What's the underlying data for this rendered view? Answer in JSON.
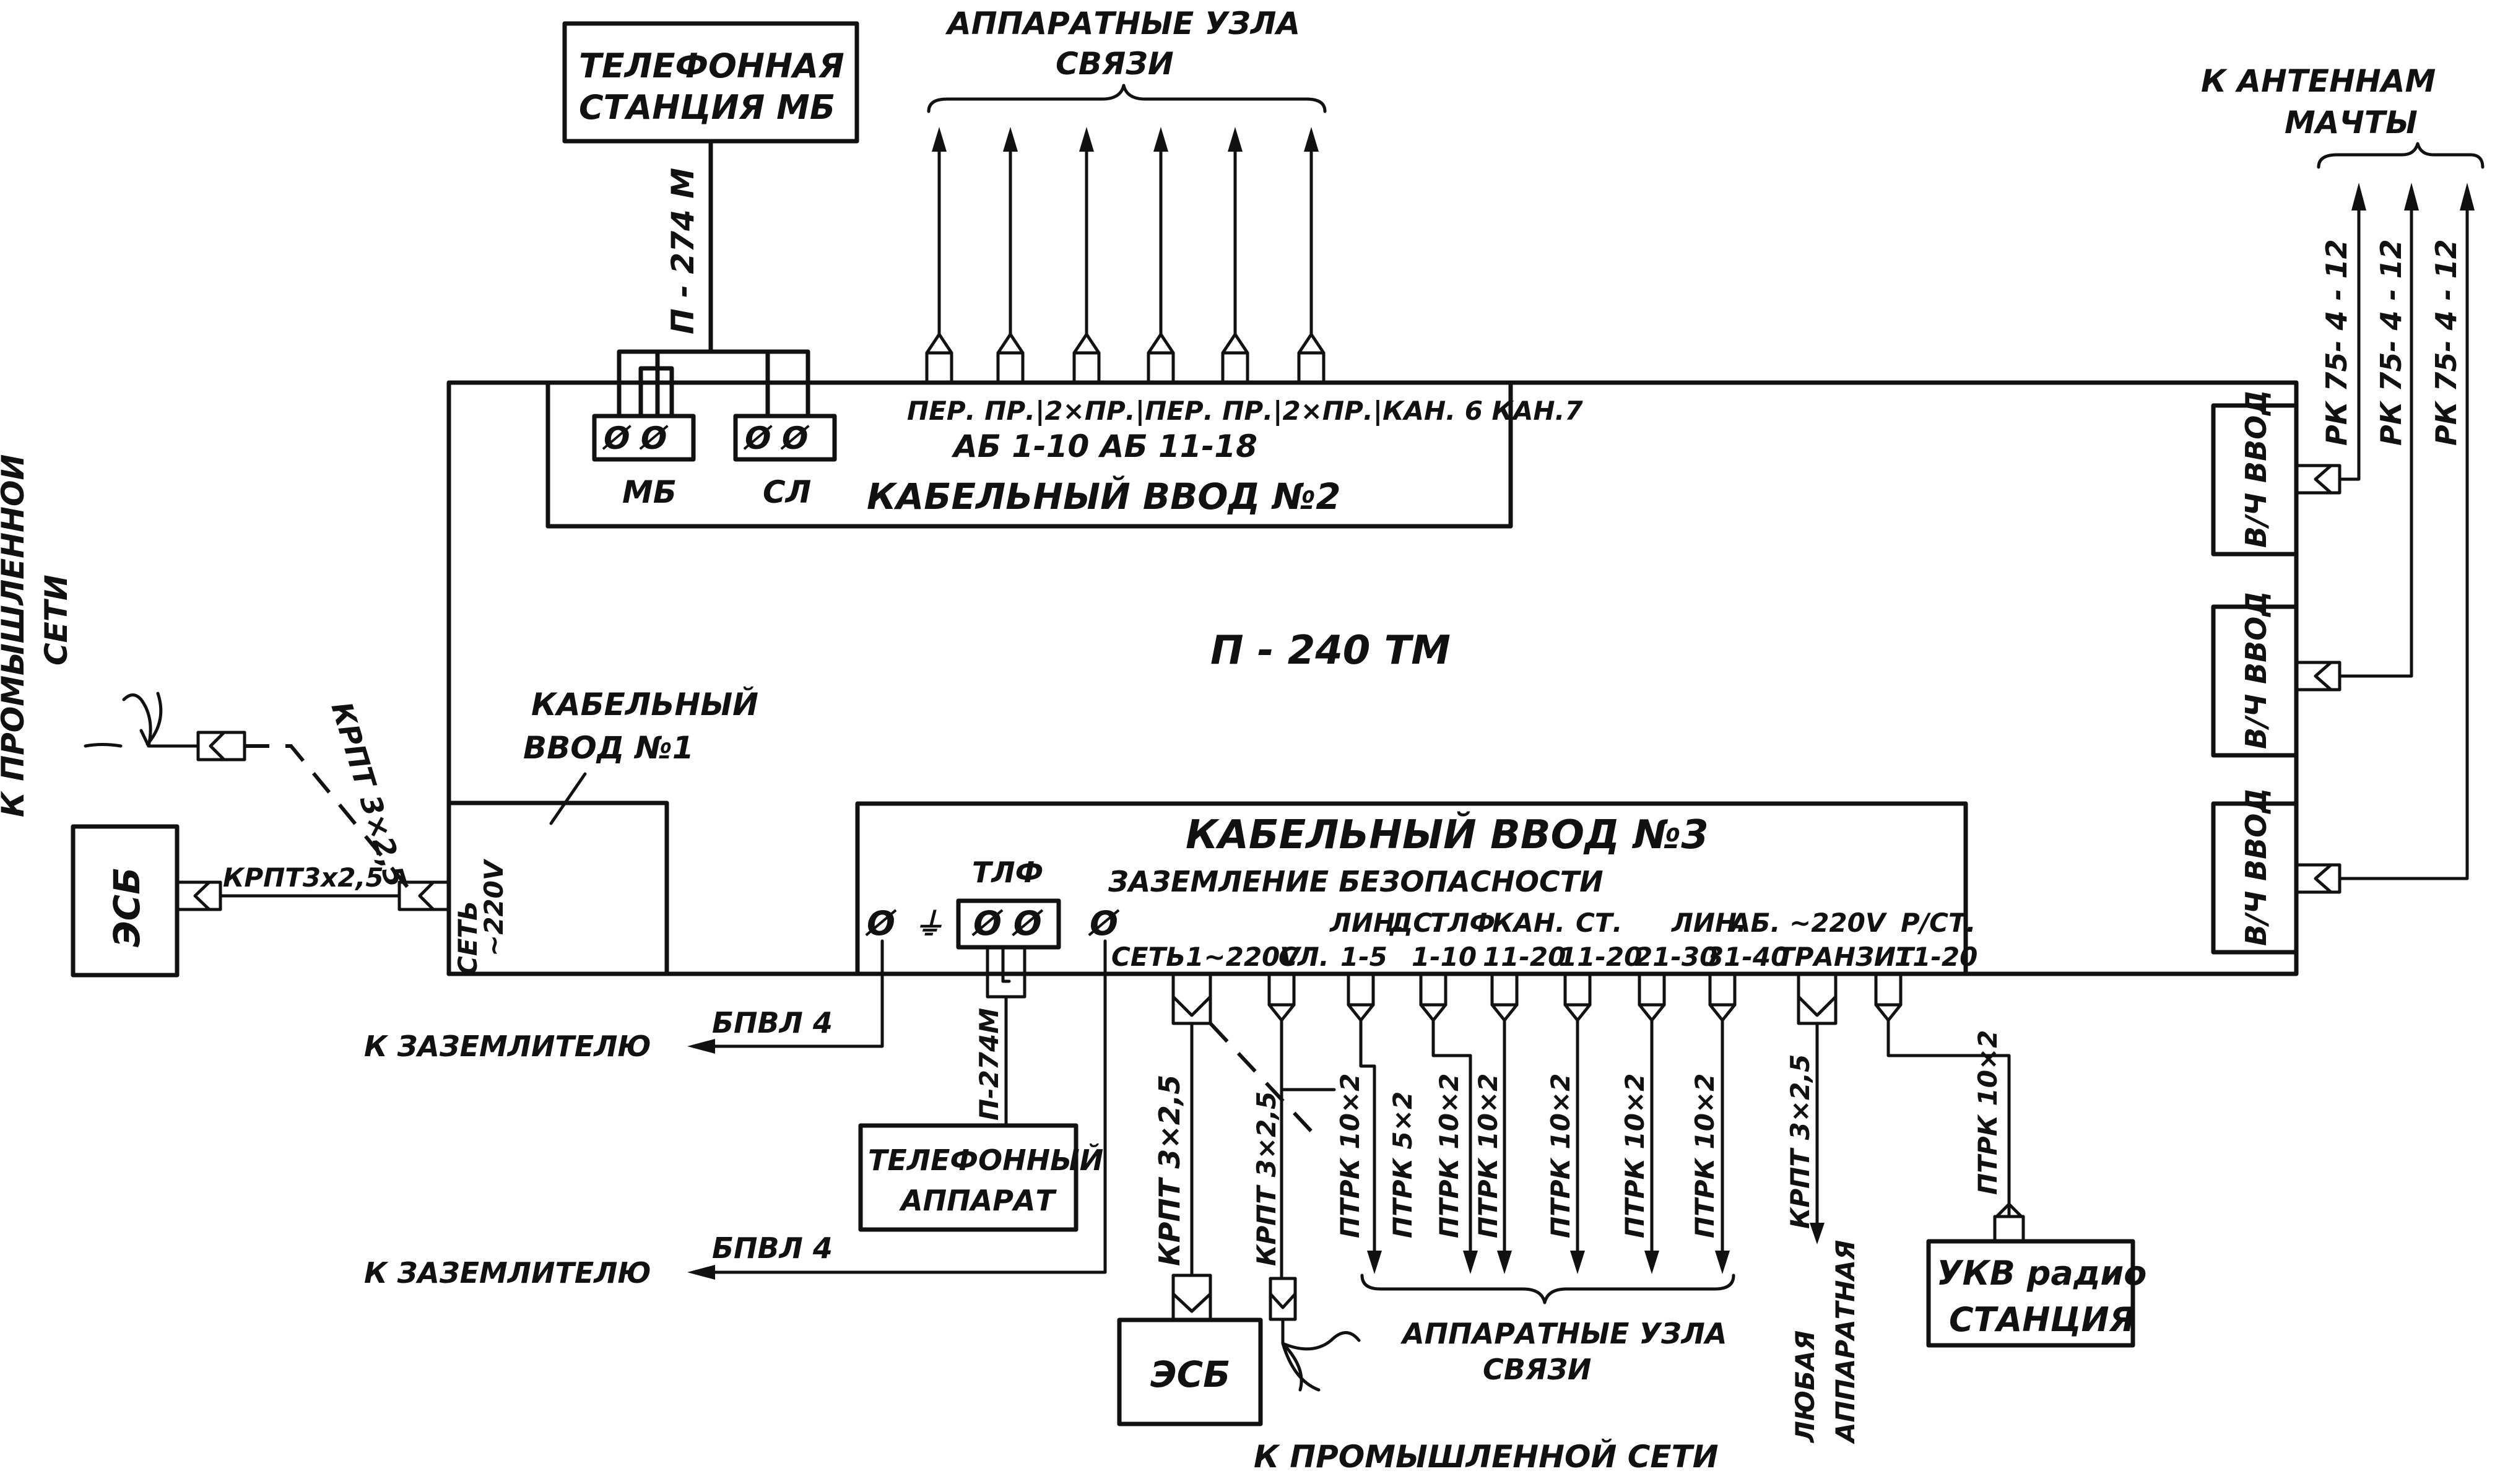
{
  "center": {
    "title": "П - 240 ТМ"
  },
  "top": {
    "telephone_station": {
      "line1": "ТЕЛЕФОННАЯ",
      "line2": "СТАНЦИЯ МБ"
    },
    "cable_p274": "П - 274 М",
    "equipment_node_group": {
      "line1": "АППАРАТНЫЕ УЗЛА",
      "line2": "СВЯЗИ"
    }
  },
  "cable_entry_2": {
    "title": "КАБЕЛЬНЫЙ ВВОД №2",
    "terminal_mb": "МБ",
    "terminal_sl": "СЛ",
    "connector_labels_line1": "ПЕР. ПР.|2×ПР.|ПЕР. ПР.|2×ПР.|КАН. 6 КАН.7",
    "connector_labels_line2": "АБ 1-10   АБ 11-18"
  },
  "antenna": {
    "title_line1": "К АНТЕННАМ",
    "title_line2": "МАЧТЫ",
    "cables": [
      "РК 75- 4 - 12",
      "РК 75- 4 - 12",
      "РК 75- 4 - 12"
    ],
    "entries": [
      "В/Ч ВВОД",
      "В/Ч ВВОД",
      "В/Ч ВВОД"
    ]
  },
  "left": {
    "industrial_network_line1": "К ПРОМЫШЛЕННОЙ",
    "industrial_network_line2": "СЕТИ",
    "esb": "ЭСБ",
    "krpt_horizontal": "КРПТ3х2,5",
    "krpt_diagonal": "КРПТ 3×2,5",
    "cable_entry_1_line1": "КАБЕЛЬНЫЙ",
    "cable_entry_1_line2": "ВВОД №1",
    "mains_label": "СЕТЬ",
    "mains_voltage": "~220V"
  },
  "cable_entry_3": {
    "title": "КАБЕЛЬНЫЙ ВВОД №3",
    "tlf": "ТЛФ",
    "safety_ground": "ЗАЗЕМЛЕНИЕ БЕЗОПАСНОСТИ",
    "conn_row1": [
      "ЛИН.",
      "ДС.",
      "ТЛФ",
      "КАН.",
      "СТ.",
      "ЛИН.",
      "АБ.",
      "~220V",
      "Р/СТ."
    ],
    "conn_row2": [
      "СЕТЬ1~220V",
      "СЛ.",
      "1-5",
      "1-10",
      "11-20",
      "11-20",
      "21-30",
      "31-40",
      "ТРАНЗИТ",
      "11-20"
    ]
  },
  "bottom": {
    "to_ground_1": "К ЗАЗЕМЛИТЕЛЮ",
    "bpvl_1": "БПВЛ 4",
    "to_ground_2": "К ЗАЗЕМЛИТЕЛЮ",
    "bpvl_2": "БПВЛ 4",
    "p274_vertical": "П-274М",
    "telephone_set_line1": "ТЕЛЕФОННЫЙ",
    "telephone_set_line2": "АППАРАТ",
    "krpt_left": "КРПТ 3×2,5",
    "krpt_right": "КРПТ 3×2,5",
    "esb": "ЭСБ",
    "to_industrial_network": "К ПРОМЫШЛЕННОЙ СЕТИ",
    "ptrk_cables": [
      "ПТРК 10×2",
      "ПТРК 5×2",
      "ПТРК 10×2",
      "ПТРК 10×2",
      "ПТРК 10×2",
      "ПТРК 10×2",
      "ПТРК 10×2"
    ],
    "equipment_node_group_line1": "АППАРАТНЫЕ УЗЛА",
    "equipment_node_group_line2": "СВЯЗИ",
    "krpt_transit": "КРПТ 3×2,5",
    "any_equipment_line1": "ЛЮБАЯ",
    "any_equipment_line2": "АППАРАТНАЯ",
    "ptrk_radio": "ПТРК 10×2",
    "vhf_station_line1": "УКВ радио",
    "vhf_station_line2": "СТАНЦИЯ"
  }
}
